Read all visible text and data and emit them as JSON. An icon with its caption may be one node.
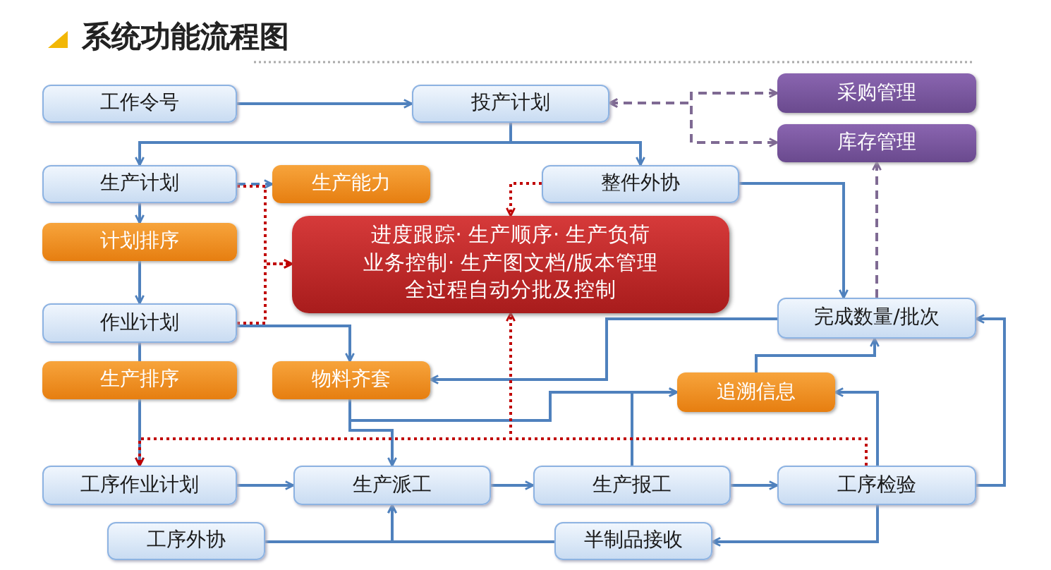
{
  "diagram": {
    "title": "系统功能流程图",
    "nodes": [
      {
        "text": [
          "工作令号"
        ]
      },
      {
        "text": [
          "投产计划"
        ]
      },
      {
        "text": [
          "采购管理"
        ]
      },
      {
        "text": [
          "库存管理"
        ]
      },
      {
        "text": [
          "生产计划"
        ]
      },
      {
        "text": [
          "生产能力"
        ]
      },
      {
        "text": [
          "整件外协"
        ]
      },
      {
        "text": [
          "计划排序"
        ]
      },
      {
        "text": [
          "进度跟踪· 生产顺序· 生产负荷",
          "业务控制· 生产图文档/版本管理",
          "全过程自动分批及控制"
        ]
      },
      {
        "text": [
          "作业计划"
        ]
      },
      {
        "text": [
          "完成数量/批次"
        ]
      },
      {
        "text": [
          "生产排序"
        ]
      },
      {
        "text": [
          "物料齐套"
        ]
      },
      {
        "text": [
          "追溯信息"
        ]
      },
      {
        "text": [
          "工序作业计划"
        ]
      },
      {
        "text": [
          "生产派工"
        ]
      },
      {
        "text": [
          "生产报工"
        ]
      },
      {
        "text": [
          "工序检验"
        ]
      },
      {
        "text": [
          "工序外协"
        ]
      },
      {
        "text": [
          "半制品接收"
        ]
      }
    ],
    "edges": [
      {
        "from": 0,
        "to": 1,
        "arrow": "to"
      },
      {
        "from": 1,
        "to": 4,
        "arrow": "to"
      },
      {
        "from": 1,
        "to": 6,
        "arrow": "to"
      },
      {
        "from": 1,
        "to": 2,
        "arrow": "both",
        "style": "dashed",
        "color": "#7f6a93"
      },
      {
        "from": 1,
        "to": 3,
        "arrow": "both",
        "style": "dashed",
        "color": "#7f6a93"
      },
      {
        "from": 10,
        "to": 3,
        "arrow": "to",
        "style": "dashed",
        "color": "#7f6a93"
      },
      {
        "from": 4,
        "to": 5,
        "arrow": "to",
        "style": "dashed"
      },
      {
        "from": 4,
        "to": 8,
        "arrow": "to",
        "style": "dashed",
        "color": "#c00000"
      },
      {
        "from": 9,
        "to": 8,
        "arrow": "to",
        "style": "dashed",
        "color": "#c00000"
      },
      {
        "from": 6,
        "to": 8,
        "arrow": "to",
        "style": "dashed",
        "color": "#c00000"
      },
      {
        "from": 4,
        "to": 7,
        "arrow": "to"
      },
      {
        "from": 7,
        "to": 9,
        "arrow": "to"
      },
      {
        "from": 9,
        "to": 11,
        "arrow": "none"
      },
      {
        "from": 11,
        "to": 14,
        "arrow": "to"
      },
      {
        "from": 9,
        "to": 12,
        "arrow": "to"
      },
      {
        "from": 10,
        "to": 12,
        "arrow": "to"
      },
      {
        "from": 12,
        "to": 15,
        "arrow": "to"
      },
      {
        "from": 12,
        "to": 13,
        "arrow": "to"
      },
      {
        "from": 16,
        "to": 13,
        "arrow": "to"
      },
      {
        "from": 13,
        "to": 10,
        "arrow": "to"
      },
      {
        "from": 17,
        "to": 13,
        "arrow": "to"
      },
      {
        "from": 17,
        "to": 10,
        "arrow": "to"
      },
      {
        "from": 6,
        "to": 10,
        "arrow": "to"
      },
      {
        "from": 14,
        "to": 15,
        "arrow": "to"
      },
      {
        "from": 15,
        "to": 16,
        "arrow": "to"
      },
      {
        "from": 16,
        "to": 17,
        "arrow": "to"
      },
      {
        "from": 18,
        "to": 15,
        "arrow": "to"
      },
      {
        "from": 19,
        "to": 15,
        "arrow": "to"
      },
      {
        "from": 17,
        "to": 19,
        "arrow": "to"
      },
      {
        "from": 17,
        "to": 8,
        "arrow": "to",
        "style": "dashed",
        "color": "#c00000"
      },
      {
        "from": 17,
        "to": 14,
        "arrow": "to",
        "style": "dashed",
        "color": "#c00000"
      }
    ]
  }
}
